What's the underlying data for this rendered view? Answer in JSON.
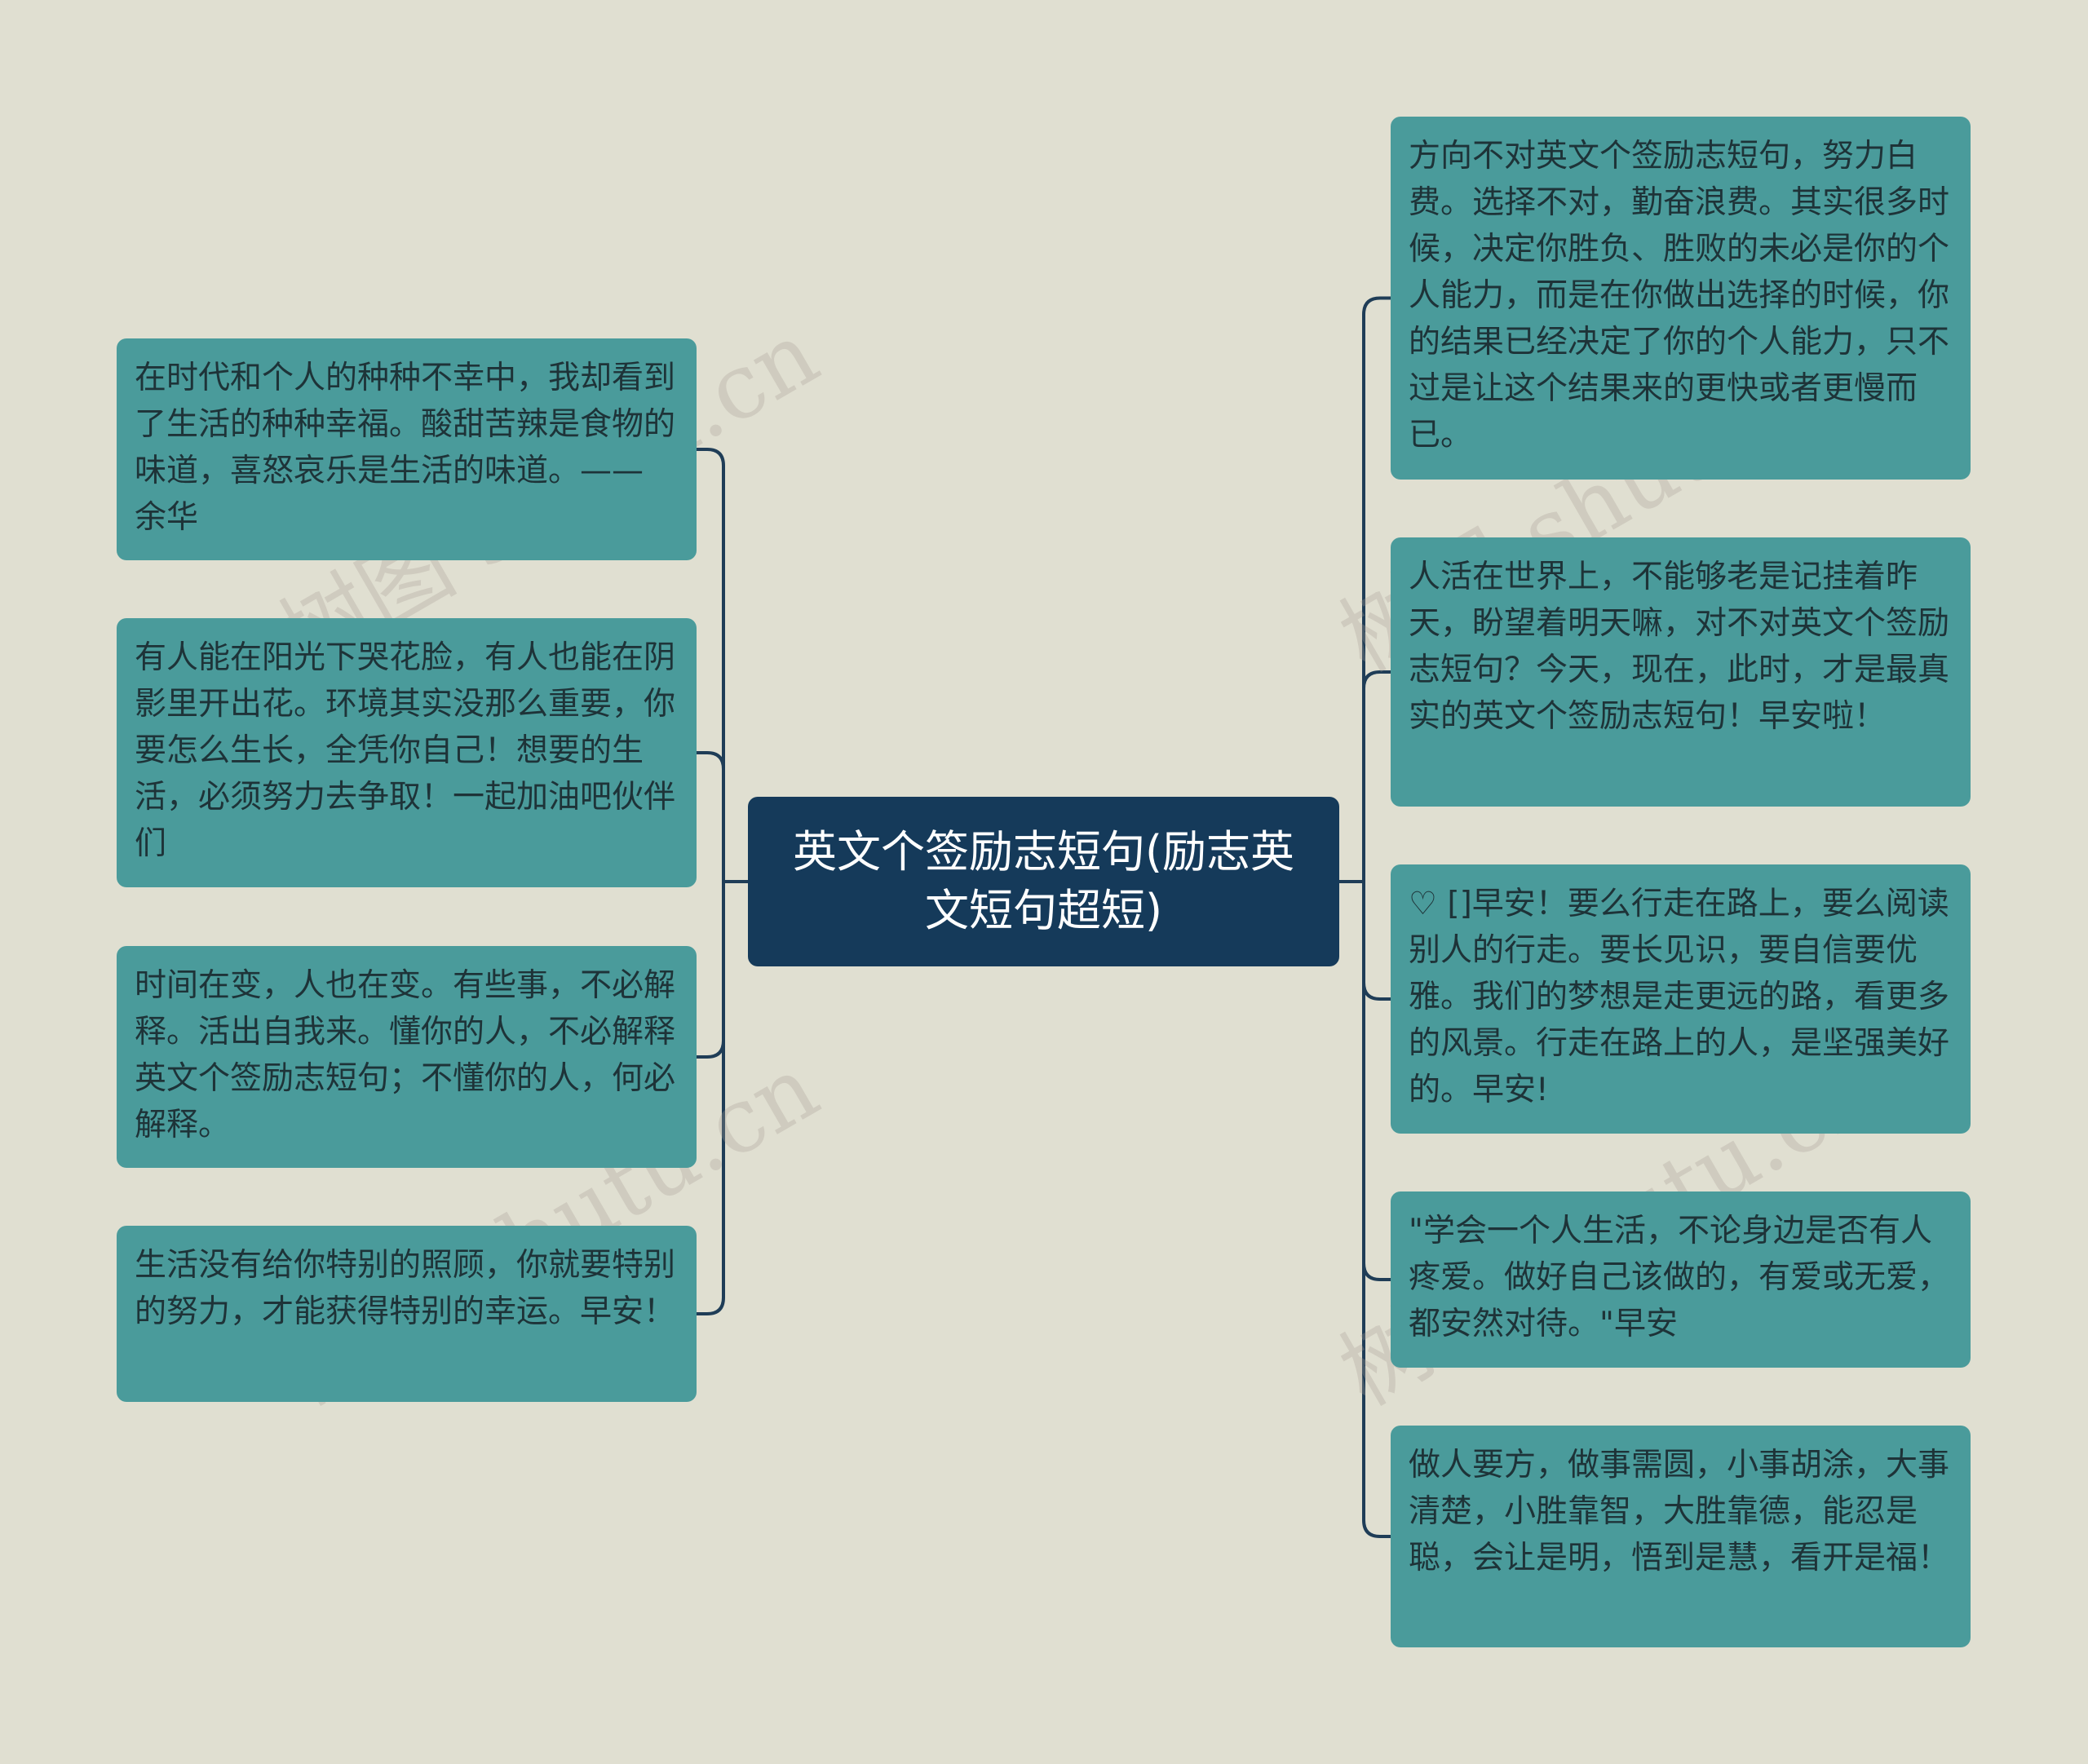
{
  "title": "英文个签励志短句(励志英文短句超短)",
  "watermark": "树图 shutu.cn",
  "colors": {
    "background": "#e0dfd1",
    "center_fill": "#153a5a",
    "leaf_fill": "#4a9b9b",
    "connector": "#1f3d57"
  },
  "left_nodes": [
    {
      "text": "在时代和个人的种种不幸中，我却看到了生活的种种幸福。酸甜苦辣是食物的味道，喜怒哀乐是生活的味道。—— 余华"
    },
    {
      "text": "有人能在阳光下哭花脸，有人也能在阴影里开出花。环境其实没那么重要，你要怎么生长，全凭你自己！想要的生活，必须努力去争取！一起加油吧伙伴们"
    },
    {
      "text": "时间在变，人也在变。有些事，不必解释。活出自我来。懂你的人，不必解释英文个签励志短句；不懂你的人，何必解释。"
    },
    {
      "text": "生活没有给你特别的照顾，你就要特别的努力，才能获得特别的幸运。早安！"
    }
  ],
  "right_nodes": [
    {
      "text": "方向不对英文个签励志短句，努力白费。选择不对，勤奋浪费。其实很多时候，决定你胜负、胜败的未必是你的个人能力，而是在你做出选择的时候，你的结果已经决定了你的个人能力，只不过是让这个结果来的更快或者更慢而已。"
    },
    {
      "text": "人活在世界上，不能够老是记挂着昨天，盼望着明天嘛，对不对英文个签励志短句？今天，现在，此时，才是最真实的英文个签励志短句！早安啦！"
    },
    {
      "text": "♡ []早安！要么行走在路上，要么阅读别人的行走。要长见识，要自信要优雅。我们的梦想是走更远的路，看更多的风景。行走在路上的人，是坚强美好的。早安!"
    },
    {
      "text": "\"学会一个人生活，不论身边是否有人疼爱。做好自己该做的，有爱或无爱，都安然对待。\"早安"
    },
    {
      "text": "做人要方，做事需圆，小事胡涂，大事清楚，小胜靠智，大胜靠德，能忍是聪，会让是明，悟到是慧，看开是福！"
    }
  ]
}
